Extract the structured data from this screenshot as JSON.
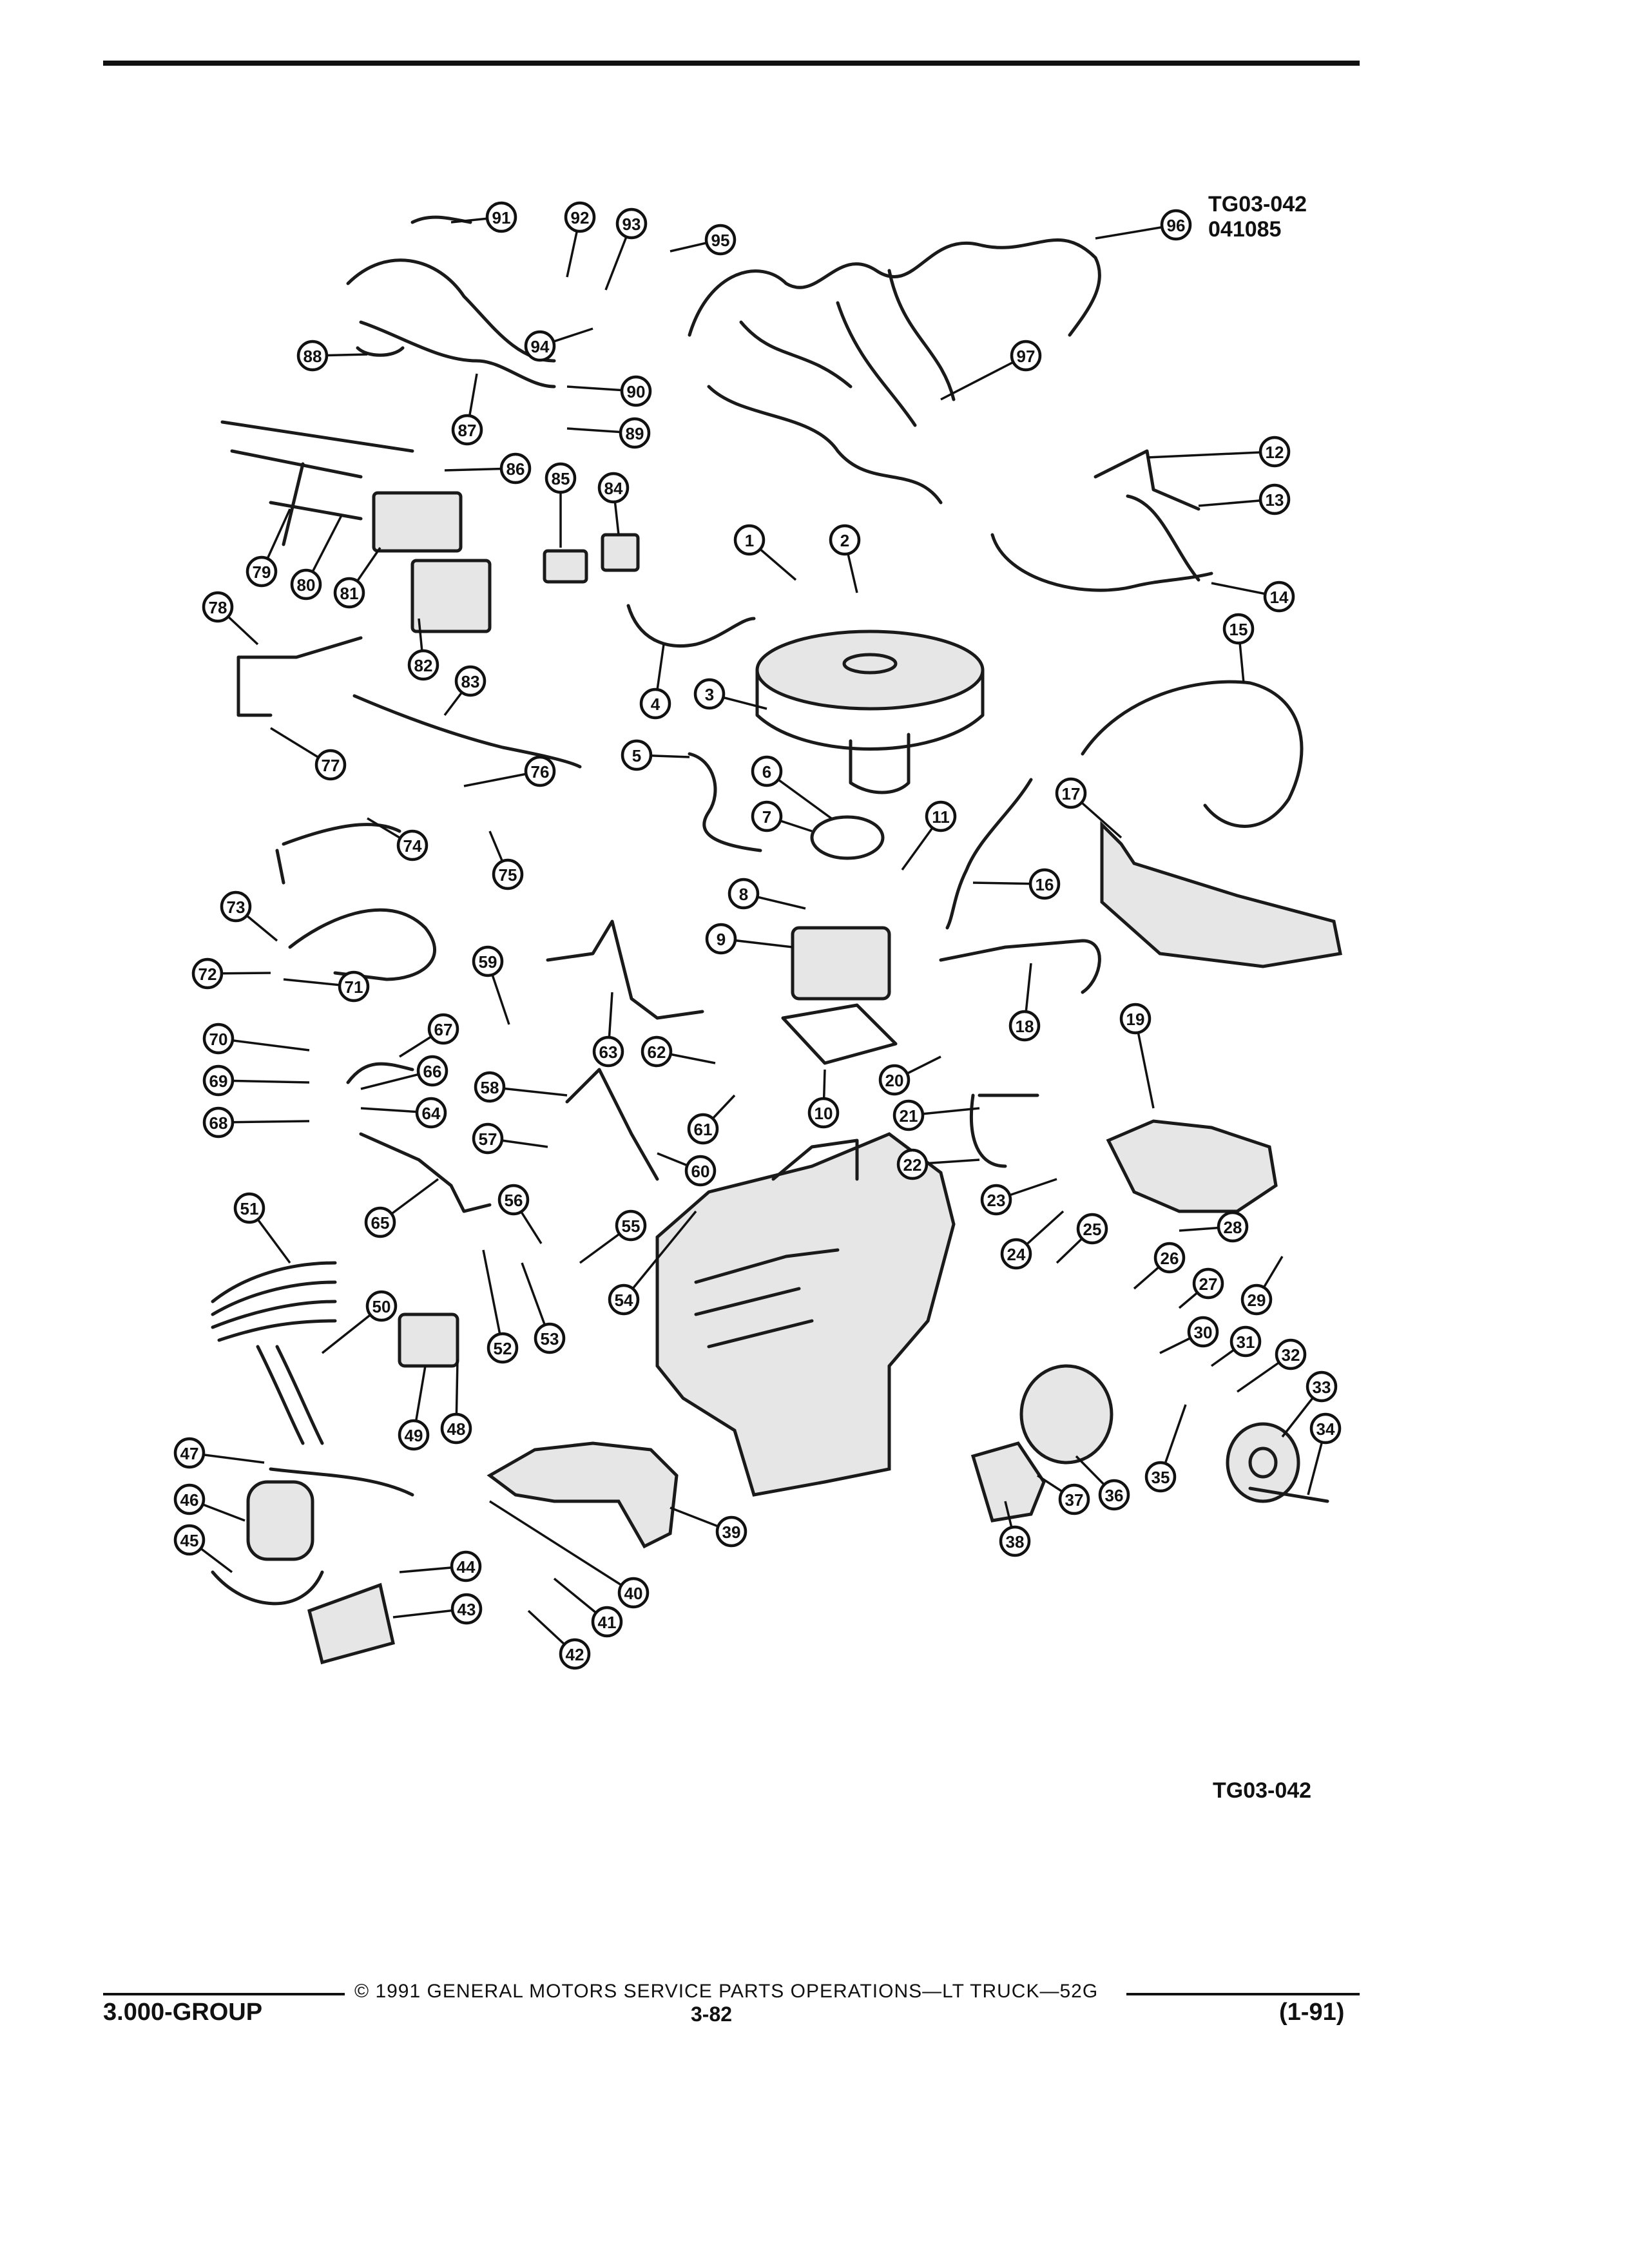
{
  "header": {
    "figure_code": "TG03-042",
    "figure_date": "041085"
  },
  "diagram": {
    "bottom_code": "TG03-042",
    "callouts": [
      "1",
      "2",
      "3",
      "4",
      "5",
      "6",
      "7",
      "8",
      "9",
      "10",
      "11",
      "12",
      "13",
      "14",
      "15",
      "16",
      "17",
      "18",
      "19",
      "20",
      "21",
      "22",
      "23",
      "24",
      "25",
      "26",
      "27",
      "28",
      "29",
      "30",
      "31",
      "32",
      "33",
      "34",
      "35",
      "36",
      "37",
      "38",
      "39",
      "40",
      "41",
      "42",
      "43",
      "44",
      "45",
      "46",
      "47",
      "48",
      "49",
      "50",
      "51",
      "52",
      "53",
      "54",
      "55",
      "56",
      "57",
      "58",
      "59",
      "60",
      "61",
      "62",
      "63",
      "64",
      "65",
      "66",
      "67",
      "68",
      "69",
      "70",
      "71",
      "72",
      "73",
      "74",
      "75",
      "76",
      "77",
      "78",
      "79",
      "80",
      "81",
      "82",
      "83",
      "84",
      "85",
      "86",
      "87",
      "88",
      "89",
      "90",
      "91",
      "92",
      "93",
      "94",
      "95",
      "96",
      "97"
    ]
  },
  "footer": {
    "copyright": "© 1991 GENERAL MOTORS SERVICE PARTS OPERATIONS—LT TRUCK—52G",
    "group": "3.000-GROUP",
    "page_number": "3-82",
    "revision": "(1-91)"
  }
}
